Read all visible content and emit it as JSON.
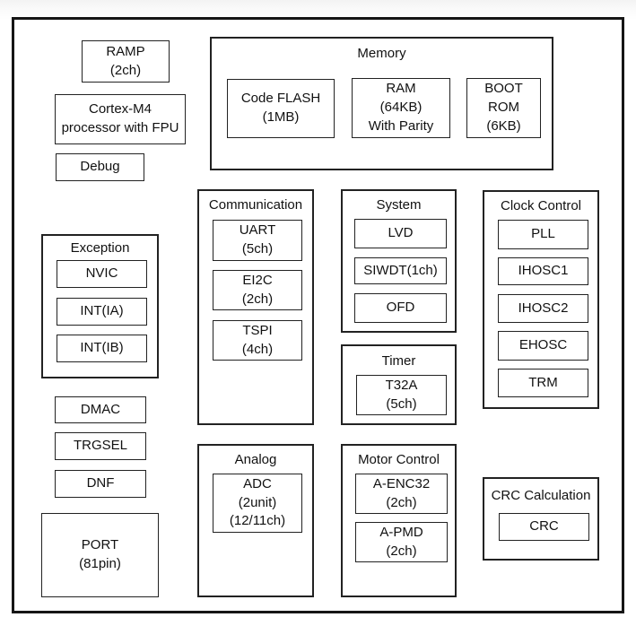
{
  "colors": {
    "outer_border": "#161616",
    "box_border": "#222222",
    "background": "#ffffff",
    "text": "#111111"
  },
  "blocks": {
    "ramp": {
      "lines": [
        "RAMP",
        "(2ch)"
      ]
    },
    "cortex_m4": {
      "lines": [
        "Cortex-M4",
        "processor with FPU"
      ]
    },
    "debug": {
      "lines": [
        "Debug"
      ]
    },
    "exception": {
      "title": "Exception",
      "nvic": {
        "lines": [
          "NVIC"
        ]
      },
      "int_ia": {
        "lines": [
          "INT(IA)"
        ]
      },
      "int_ib": {
        "lines": [
          "INT(IB)"
        ]
      }
    },
    "dmac": {
      "lines": [
        "DMAC"
      ]
    },
    "trgsel": {
      "lines": [
        "TRGSEL"
      ]
    },
    "dnf": {
      "lines": [
        "DNF"
      ]
    },
    "port": {
      "lines": [
        "PORT",
        "(81pin)"
      ]
    },
    "memory": {
      "title": "Memory",
      "code_flash": {
        "lines": [
          "Code FLASH",
          "(1MB)"
        ]
      },
      "ram": {
        "lines": [
          "RAM",
          "(64KB)",
          "With Parity"
        ]
      },
      "boot_rom": {
        "lines": [
          "BOOT",
          "ROM",
          "(6KB)"
        ]
      }
    },
    "communication": {
      "title": "Communication",
      "uart": {
        "lines": [
          "UART",
          "(5ch)"
        ]
      },
      "ei2c": {
        "lines": [
          "EI2C",
          "(2ch)"
        ]
      },
      "tspi": {
        "lines": [
          "TSPI",
          "(4ch)"
        ]
      }
    },
    "system": {
      "title": "System",
      "lvd": {
        "lines": [
          "LVD"
        ]
      },
      "siwdt": {
        "lines": [
          "SIWDT(1ch)"
        ]
      },
      "ofd": {
        "lines": [
          "OFD"
        ]
      }
    },
    "timer": {
      "title": "Timer",
      "t32a": {
        "lines": [
          "T32A",
          "(5ch)"
        ]
      }
    },
    "clock_control": {
      "title": "Clock Control",
      "pll": {
        "lines": [
          "PLL"
        ]
      },
      "ihosc1": {
        "lines": [
          "IHOSC1"
        ]
      },
      "ihosc2": {
        "lines": [
          "IHOSC2"
        ]
      },
      "ehosc": {
        "lines": [
          "EHOSC"
        ]
      },
      "trm": {
        "lines": [
          "TRM"
        ]
      }
    },
    "analog": {
      "title": "Analog",
      "adc": {
        "lines": [
          "ADC",
          "(2unit)",
          "(12/11ch)"
        ]
      }
    },
    "motor_control": {
      "title": "Motor Control",
      "a_enc32": {
        "lines": [
          "A-ENC32",
          "(2ch)"
        ]
      },
      "a_pmd": {
        "lines": [
          "A-PMD",
          "(2ch)"
        ]
      }
    },
    "crc_calculation": {
      "title": "CRC Calculation",
      "crc": {
        "lines": [
          "CRC"
        ]
      }
    }
  }
}
